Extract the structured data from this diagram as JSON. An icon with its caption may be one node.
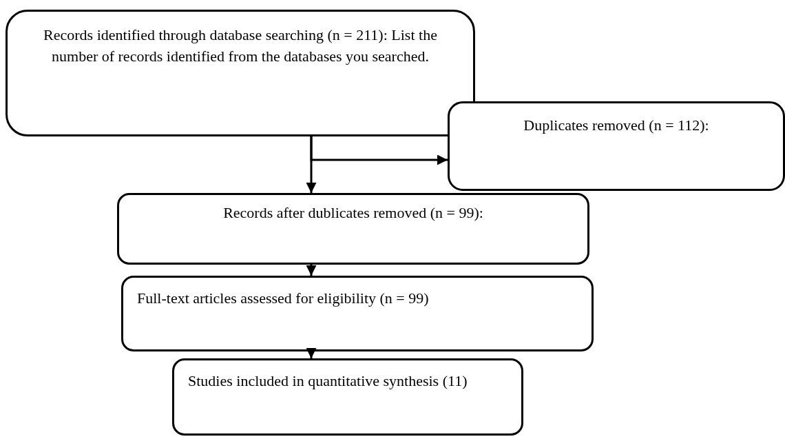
{
  "diagram": {
    "nodes": [
      {
        "text": [
          "Records identified through database searching (n = 211): List the number of records identified from the databases you searched."
        ]
      },
      {
        "text": [
          "Duplicates removed (n = 112):"
        ]
      },
      {
        "text": [
          "Records after dublicates removed (n = 99):"
        ]
      },
      {
        "text": [
          "Full-text articles assessed for eligibility (n = 99)"
        ]
      },
      {
        "text": [
          "Studies included in quantitative synthesis (11)"
        ]
      }
    ],
    "edges": [
      {
        "from": 0,
        "to": 1,
        "arrow": "to"
      },
      {
        "from": 0,
        "to": 2,
        "arrow": "to"
      },
      {
        "from": 2,
        "to": 3,
        "arrow": "to"
      },
      {
        "from": 3,
        "to": 4,
        "arrow": "to"
      }
    ]
  }
}
